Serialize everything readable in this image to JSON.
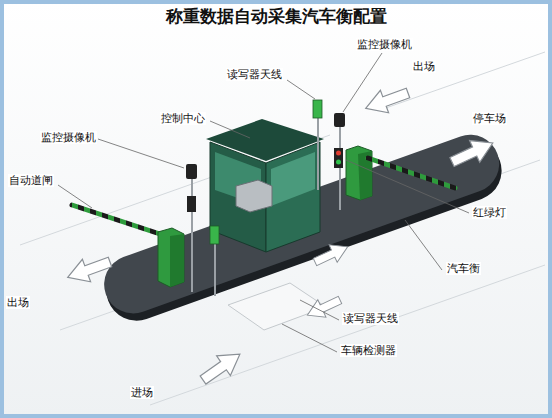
{
  "diagram": {
    "title": "称重数据自动采集汽车衡配置",
    "labels": [
      "监控摄像机",
      "出场",
      "读写器天线",
      "控制中心",
      "停车场",
      "监控摄像机",
      "自动道闸",
      "红绿灯",
      "汽车衡",
      "出场",
      "读写器天线",
      "车辆检测器",
      "进场"
    ]
  }
}
